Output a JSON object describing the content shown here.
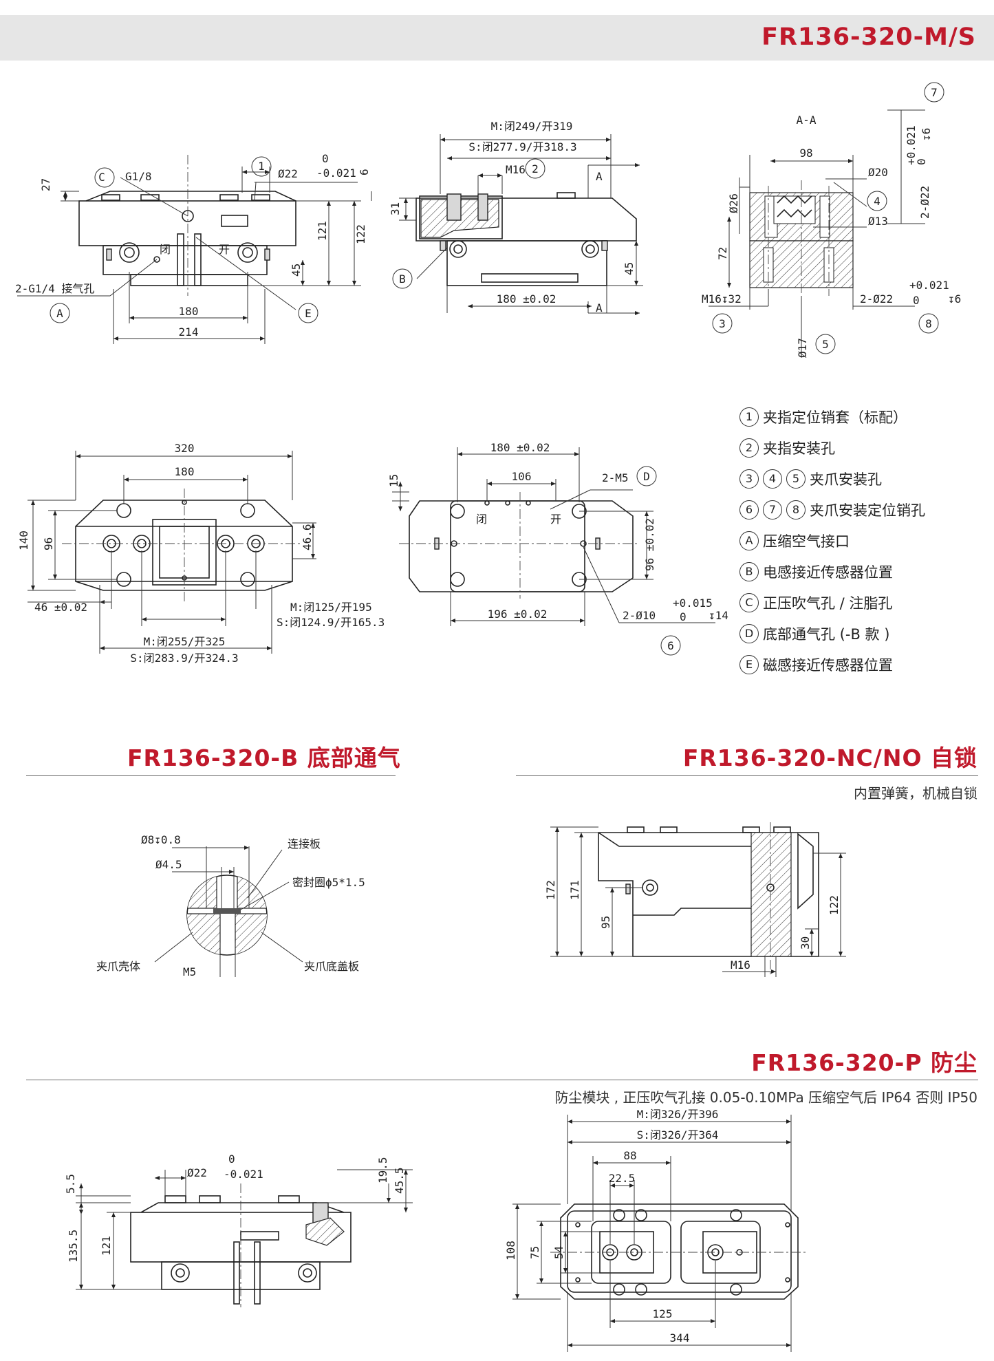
{
  "header": {
    "title": "FR136-320-M/S"
  },
  "drawing_labels": {
    "top_front": {
      "d27": "27",
      "g18": "G1/8",
      "c": "C",
      "b1": "1",
      "dia22": "Ø22",
      "tol22_up": "0",
      "tol22_dn": "-0.021",
      "d6": "6",
      "d121": "121",
      "d122": "122",
      "d45": "45",
      "g14": "2-G1/4 接气孔",
      "a": "A",
      "d180": "180",
      "d214": "214",
      "e": "E",
      "bi": "闭",
      "kai": "开"
    },
    "top_side": {
      "m_open": "M:闭249/开319",
      "s_open": "S:闭277.9/开318.3",
      "m16": "M16",
      "b2": "2",
      "d31": "31",
      "a1": "A",
      "a2": "A",
      "b": "B",
      "d180": "180 ±0.02",
      "d45": "45"
    },
    "section": {
      "title": "A-A",
      "d98": "98",
      "dia20": "Ø20",
      "dia26": "Ø26",
      "b4": "4",
      "dia13": "Ø13",
      "d72": "72",
      "m16_32": "M16↧32",
      "dia22b": "2-Ø22",
      "tol_up": "+0.021",
      "tol_dn": "0",
      "d6": "↧6",
      "b3": "3",
      "b5": "5",
      "b7": "7",
      "b8": "8",
      "dia17": "Ø17",
      "top_tol_up": "+0.021",
      "top_tol_dn": "0",
      "top_dia": "2-Ø22",
      "top_d6": "↧6"
    },
    "plan": {
      "d320": "320",
      "d180": "180",
      "d140": "140",
      "d96": "96",
      "d466": "46.6",
      "d46": "46 ±0.02",
      "m125": "M:闭125/开195",
      "s124": "S:闭124.9/开165.3",
      "m255": "M:闭255/开325",
      "s283": "S:闭283.9/开324.3"
    },
    "bottom": {
      "d180": "180 ±0.02",
      "d106": "106",
      "d15": "15",
      "m5": "2-M5",
      "d": "D",
      "d96": "96 ±0.02",
      "d196": "196 ±0.02",
      "dia10": "2-Ø10",
      "tol_up": "+0.015",
      "tol_dn": "0",
      "d14": "↧14",
      "b6": "6",
      "bi": "闭",
      "kai": "开"
    },
    "b_detail": {
      "dia8": "Ø8↧0.8",
      "dia45": "Ø4.5",
      "plate": "连接板",
      "seal": "密封圈ϕ5*1.5",
      "body": "夹爪壳体",
      "m5": "M5",
      "cover": "夹爪底盖板"
    },
    "nc": {
      "d172": "172",
      "d171": "171",
      "d95": "95",
      "d122": "122",
      "d30": "30",
      "m16": "M16"
    },
    "p_side": {
      "d55": "5.5",
      "dia22": "Ø22",
      "tol_up": "0",
      "tol_dn": "-0.021",
      "d195": "19.5",
      "d455": "45.5",
      "d1355": "135.5",
      "d121": "121"
    },
    "p_plan": {
      "m326": "M:闭326/开396",
      "s326": "S:闭326/开364",
      "d88": "88",
      "d225": "22.5",
      "d108": "108",
      "d75": "75",
      "d54": "54",
      "d125": "125",
      "d344": "344"
    }
  },
  "legend": [
    {
      "mark": "1",
      "extra": [],
      "text": "夹指定位销套（标配）"
    },
    {
      "mark": "2",
      "extra": [],
      "text": "夹指安装孔"
    },
    {
      "mark": "3",
      "extra": [
        "4",
        "5"
      ],
      "text": "夹爪安装孔"
    },
    {
      "mark": "6",
      "extra": [
        "7",
        "8"
      ],
      "text": "夹爪安装定位销孔"
    },
    {
      "mark": "A",
      "extra": [],
      "text": "压缩空气接口"
    },
    {
      "mark": "B",
      "extra": [],
      "text": "电感接近传感器位置"
    },
    {
      "mark": "C",
      "extra": [],
      "text": "正压吹气孔 / 注脂孔"
    },
    {
      "mark": "D",
      "extra": [],
      "text": "底部通气孔 (-B 款 )"
    },
    {
      "mark": "E",
      "extra": [],
      "text": "磁感接近传感器位置"
    }
  ],
  "sections": {
    "b": {
      "title": "FR136-320-B 底部通气"
    },
    "nc": {
      "title": "FR136-320-NC/NO 自锁",
      "note": "内置弹簧，机械自锁"
    },
    "p": {
      "title": "FR136-320-P 防尘",
      "note": "防尘模块 , 正压吹气孔接 0.05-0.10MPa 压缩空气后 IP64 否则 IP50"
    }
  }
}
